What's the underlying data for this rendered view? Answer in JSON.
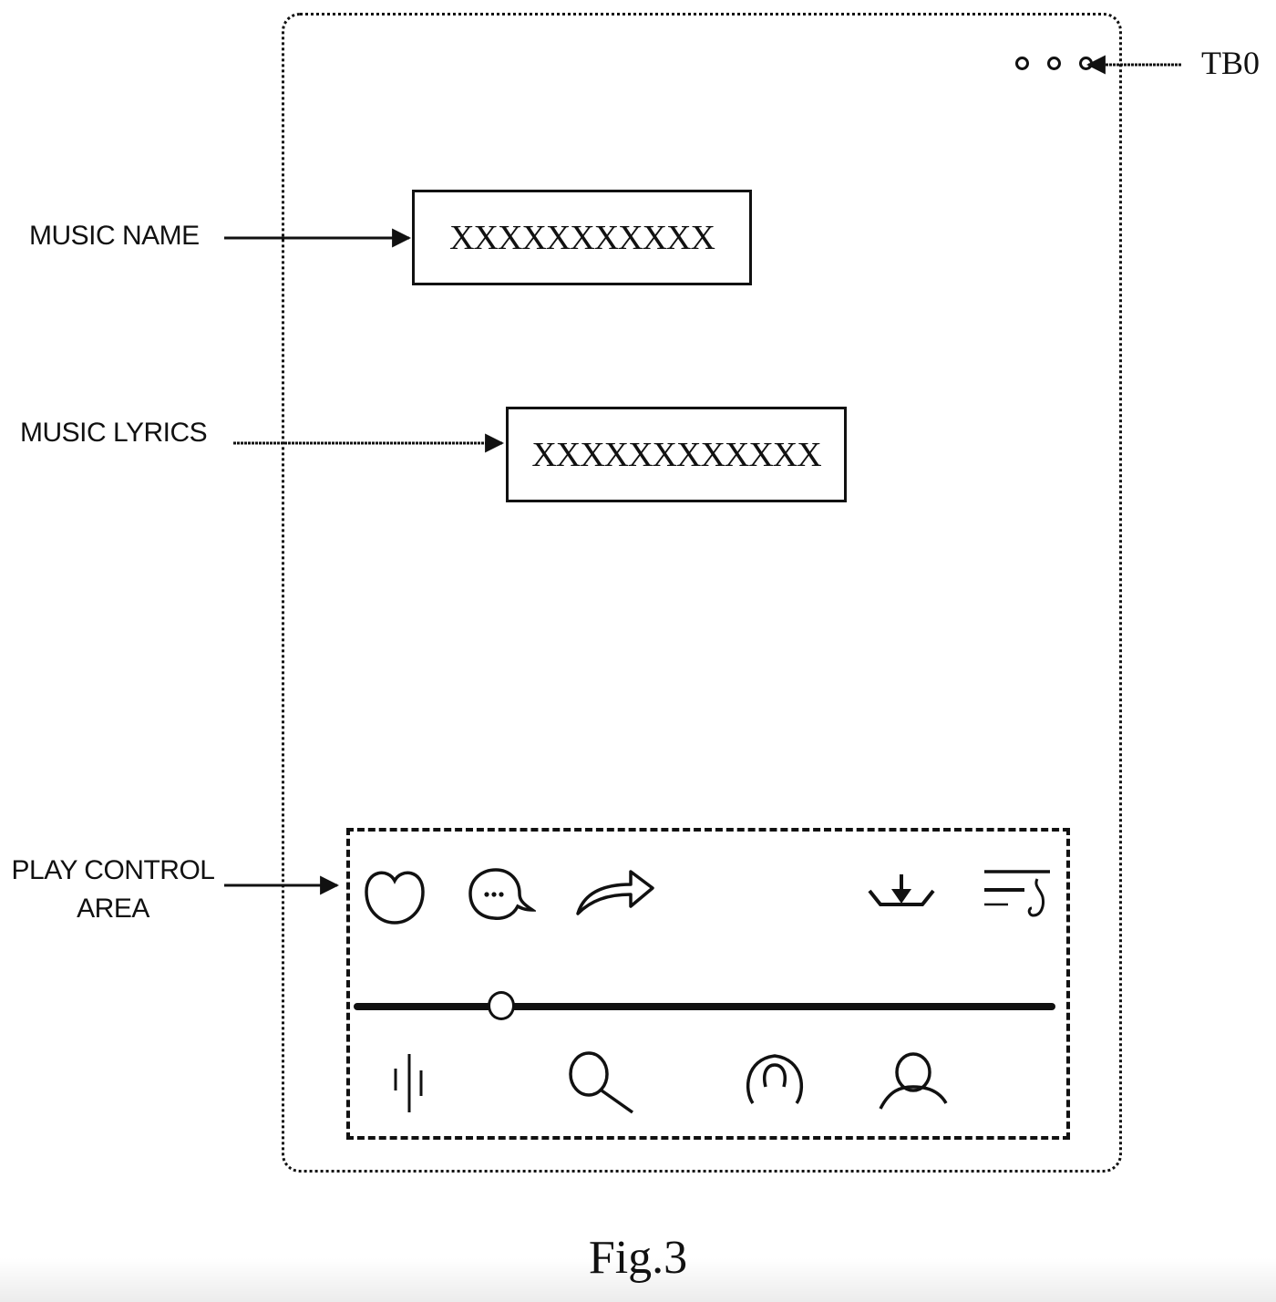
{
  "figure": {
    "caption": "Fig.3",
    "reference_label": "TB0"
  },
  "annotations": {
    "music_name": "MUSIC NAME",
    "music_lyrics": "MUSIC LYRICS",
    "play_control_area_line1": "PLAY CONTROL",
    "play_control_area_line2": "AREA"
  },
  "screen": {
    "more_menu_icon": "three-dots-menu",
    "music_name_value": "XXXXXXXXXXX",
    "music_lyrics_value": "XXXXXXXXXXXX",
    "play_controls": {
      "top_icons": [
        "heart-icon",
        "comment-icon",
        "share-icon",
        "download-icon",
        "playlist-icon"
      ],
      "progress": 0.21,
      "bottom_icons": [
        "equalizer-icon",
        "search-icon",
        "listen-icon",
        "profile-icon"
      ]
    }
  }
}
